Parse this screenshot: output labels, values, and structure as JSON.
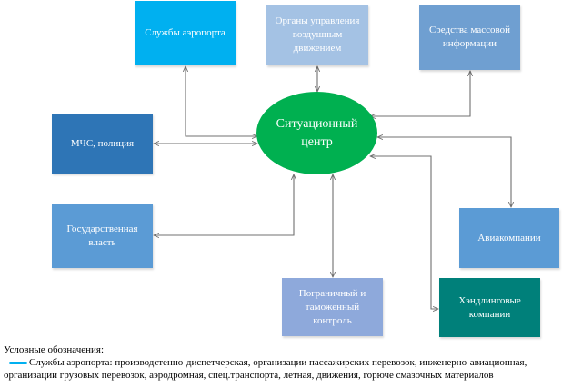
{
  "diagram": {
    "center": {
      "label": "Ситуационный центр",
      "color": "#00B050"
    },
    "nodes": {
      "airport_services": {
        "label": "Службы аэропорта",
        "color": "#00B0F0"
      },
      "air_traffic_control": {
        "label": "Органы управления воздушным движением",
        "color": "#A4C2E4"
      },
      "mass_media": {
        "label": "Средства массовой информации",
        "color": "#6F9FD1"
      },
      "emergency_police": {
        "label": "МЧС, полиция",
        "color": "#2E75B6"
      },
      "government": {
        "label": "Государственная власть",
        "color": "#5B9BD5"
      },
      "airlines": {
        "label": "Авиакомпании",
        "color": "#5B9BD5"
      },
      "border_customs": {
        "label": "Пограничный и таможенный контроль",
        "color": "#8EA9DB"
      },
      "handling": {
        "label": "Хэндлинговые компании",
        "color": "#00807A"
      }
    },
    "connector_color": "#707070"
  },
  "legend": {
    "title": "Условные обозначения:",
    "line_color": "#00B0F0",
    "text": "Службы аэропорта: производстенно-диспетчерская, организации пассажирских перевозок, инженерно-авиационная, организации грузовых перевозок, аэродромная, спец.транспорта, летная, движения, горюче смазочных материалов"
  }
}
